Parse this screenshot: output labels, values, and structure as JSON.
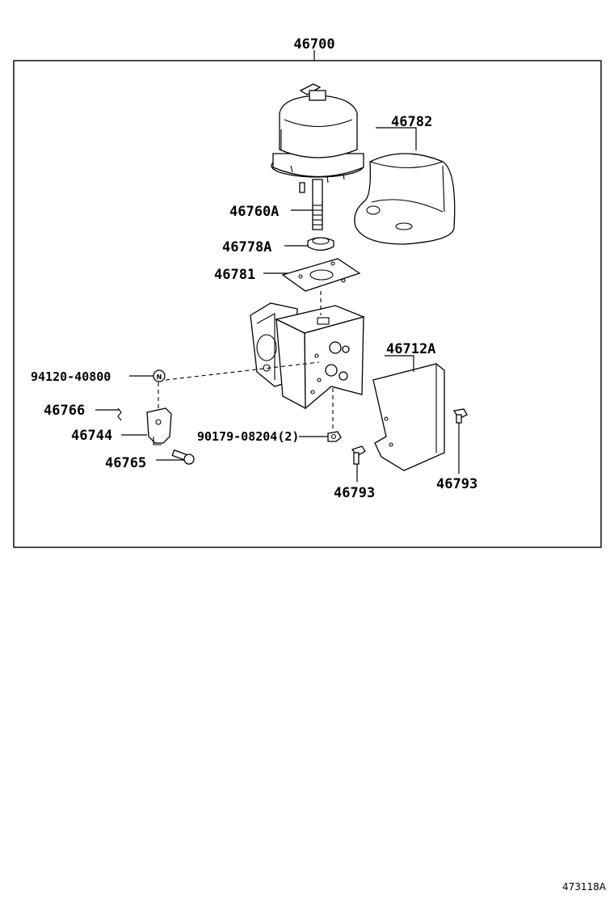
{
  "diagram": {
    "assembly_label": "46700",
    "reference_code": "473118A",
    "parts": [
      {
        "id": "46782",
        "label": "46782"
      },
      {
        "id": "46760A",
        "label": "46760A"
      },
      {
        "id": "46778A",
        "label": "46778A"
      },
      {
        "id": "46781",
        "label": "46781"
      },
      {
        "id": "46712A",
        "label": "46712A"
      },
      {
        "id": "94120-40800",
        "label": "94120-40800"
      },
      {
        "id": "46766",
        "label": "46766"
      },
      {
        "id": "46744",
        "label": "46744"
      },
      {
        "id": "90179-08204",
        "label": "90179-08204(2)"
      },
      {
        "id": "46765",
        "label": "46765"
      },
      {
        "id": "46793-left",
        "label": "46793"
      },
      {
        "id": "46793-right",
        "label": "46793"
      }
    ]
  }
}
